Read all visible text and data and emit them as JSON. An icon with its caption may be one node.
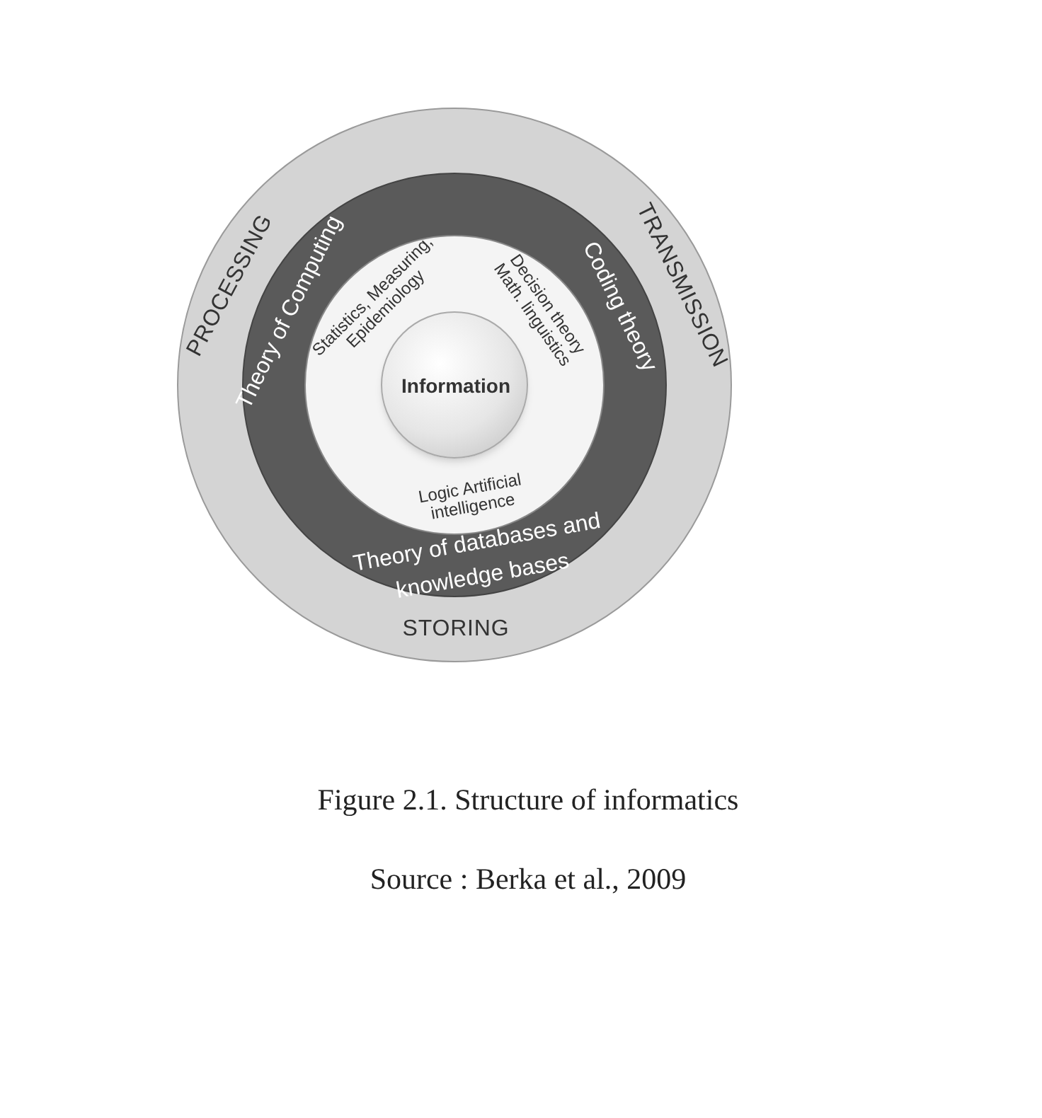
{
  "diagram": {
    "caption": "Figure 2.1. Structure of informatics",
    "nodes": [
      {
        "text": [
          "PROCESSING",
          "TRANSMISSION",
          "STORING"
        ]
      },
      {
        "text": [
          "Theory of Computing",
          "Coding theory",
          "Theory of databases and knowledge bases"
        ],
        "in": 0
      },
      {
        "text": [
          "Statistics, Measuring, Epidemiology",
          "Decision theory Math. linguistics",
          "Logic Artificial intelligence"
        ],
        "in": 1
      },
      {
        "text": [
          "Information"
        ],
        "in": 2
      }
    ],
    "labels": [
      "Source : Berka et al., 2009"
    ]
  }
}
